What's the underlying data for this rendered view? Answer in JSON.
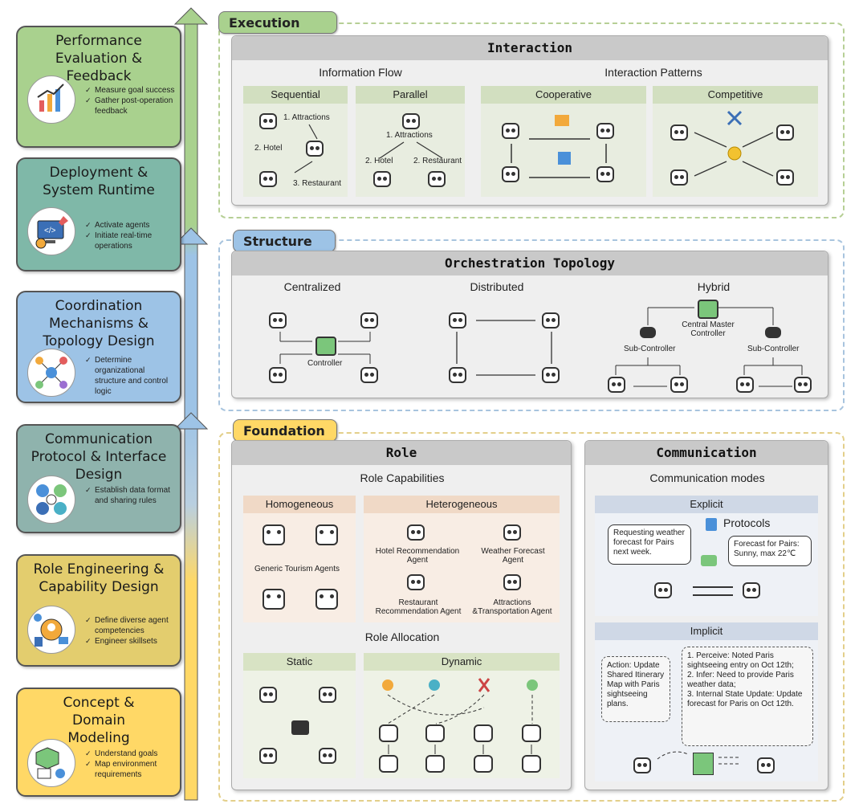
{
  "stages": [
    {
      "title": "Performance Evaluation & Feedback",
      "bullets": [
        "Measure goal success",
        "Gather post-operation feedback"
      ]
    },
    {
      "title": "Deployment & System Runtime",
      "bullets": [
        "Activate agents",
        "Initiate real-time operations"
      ]
    },
    {
      "title": "Coordination Mechanisms & Topology Design",
      "bullets": [
        "Determine organizational structure and control logic"
      ]
    },
    {
      "title": "Communication Protocol & Interface Design",
      "bullets": [
        "Establish data format and sharing rules"
      ]
    },
    {
      "title": "Role Engineering & Capability Design",
      "bullets": [
        "Define diverse agent competencies",
        "Engineer skillsets"
      ]
    },
    {
      "title": "Concept & Domain Modeling",
      "bullets": [
        "Understand goals",
        "Map environment requirements"
      ]
    }
  ],
  "stage_icons": [
    "chart-icon",
    "deployment-icon",
    "network-icon",
    "communication-icon",
    "role-icon",
    "domain-icon"
  ],
  "execution": {
    "tag": "Execution",
    "panel_title": "Interaction",
    "info_flow": "Information Flow",
    "interaction_patterns": "Interaction Patterns",
    "sequential": "Sequential",
    "parallel": "Parallel",
    "cooperative": "Cooperative",
    "competitive": "Competitive",
    "seq_labels": [
      "1. Attractions",
      "2. Hotel",
      "3. Restaurant"
    ],
    "par_labels": [
      "1. Attractions",
      "2. Hotel",
      "2. Restaurant"
    ]
  },
  "structure": {
    "tag": "Structure",
    "panel_title": "Orchestration Topology",
    "centralized": "Centralized",
    "distributed": "Distributed",
    "hybrid": "Hybrid",
    "controller": "Controller",
    "central_master": "Central Master Controller",
    "sub_controller": "Sub-Controller"
  },
  "foundation": {
    "tag": "Foundation",
    "role": {
      "panel_title": "Role",
      "role_capabilities": "Role Capabilities",
      "homogeneous": "Homogeneous",
      "heterogeneous": "Heterogeneous",
      "generic": "Generic Tourism Agents",
      "hotel": "Hotel Recommendation Agent",
      "weather": "Weather Forecast Agent",
      "restaurant": "Restaurant Recommendation Agent",
      "attractions": "Attractions &Transportation Agent",
      "role_allocation": "Role Allocation",
      "static": "Static",
      "dynamic": "Dynamic"
    },
    "communication": {
      "panel_title": "Communication",
      "modes": "Communication modes",
      "explicit": "Explicit",
      "protocols": "Protocols",
      "request": "Requesting weather forecast for Pairs next week.",
      "reply": "Forecast for Pairs: Sunny, max 22℃",
      "implicit": "Implicit",
      "action": "Action: Update Shared Itinerary Map with Paris sightseeing plans.",
      "steps": [
        "1. Perceive: Noted Paris sightseeing entry on Oct 12th;",
        "2. Infer: Need to provide Paris weather data;",
        "3. Internal State Update: Update forecast for Paris on Oct 12th."
      ]
    }
  },
  "colors": {
    "stage_green": "#a9d18e",
    "stage_teal": "#7fb8a8",
    "stage_blue": "#9dc3e6",
    "stage_slate": "#8fb3ad",
    "stage_mustard": "#e3cd6e",
    "stage_yellow": "#ffd866",
    "execution_tag": "#a9d18e",
    "structure_tag": "#9dc3e6",
    "foundation_tag": "#ffd866"
  }
}
